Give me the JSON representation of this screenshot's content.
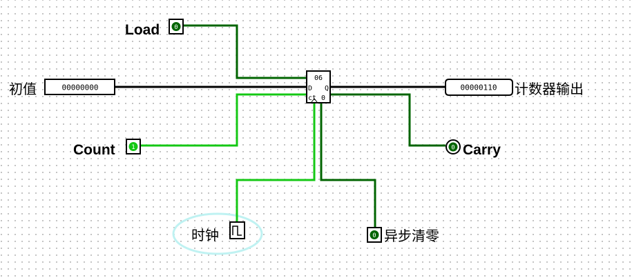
{
  "colors": {
    "wire_low": "#006400",
    "wire_high": "#14c814",
    "bus": "#000000",
    "pin_fill": "#006400",
    "pin_high_fill": "#14c814",
    "highlight": "#bff2f2"
  },
  "inputs": {
    "load": {
      "label": "Load",
      "value": "0"
    },
    "initial_value": {
      "label": "初值",
      "bits": "00000000"
    },
    "count": {
      "label": "Count",
      "value": "1"
    },
    "clock": {
      "label": "时钟"
    },
    "async_clear": {
      "label": "异步清零",
      "value": "0"
    }
  },
  "counter": {
    "label": "06",
    "d_label": "D",
    "q_label": "Q",
    "ct_label": "ct",
    "zero_label": "0"
  },
  "outputs": {
    "counter_output": {
      "label": "计数器输出",
      "bits": "00000110"
    },
    "carry": {
      "label": "Carry",
      "value": "0"
    }
  },
  "icons": {
    "clock": "square-wave-icon",
    "carry": "led-output-icon"
  }
}
